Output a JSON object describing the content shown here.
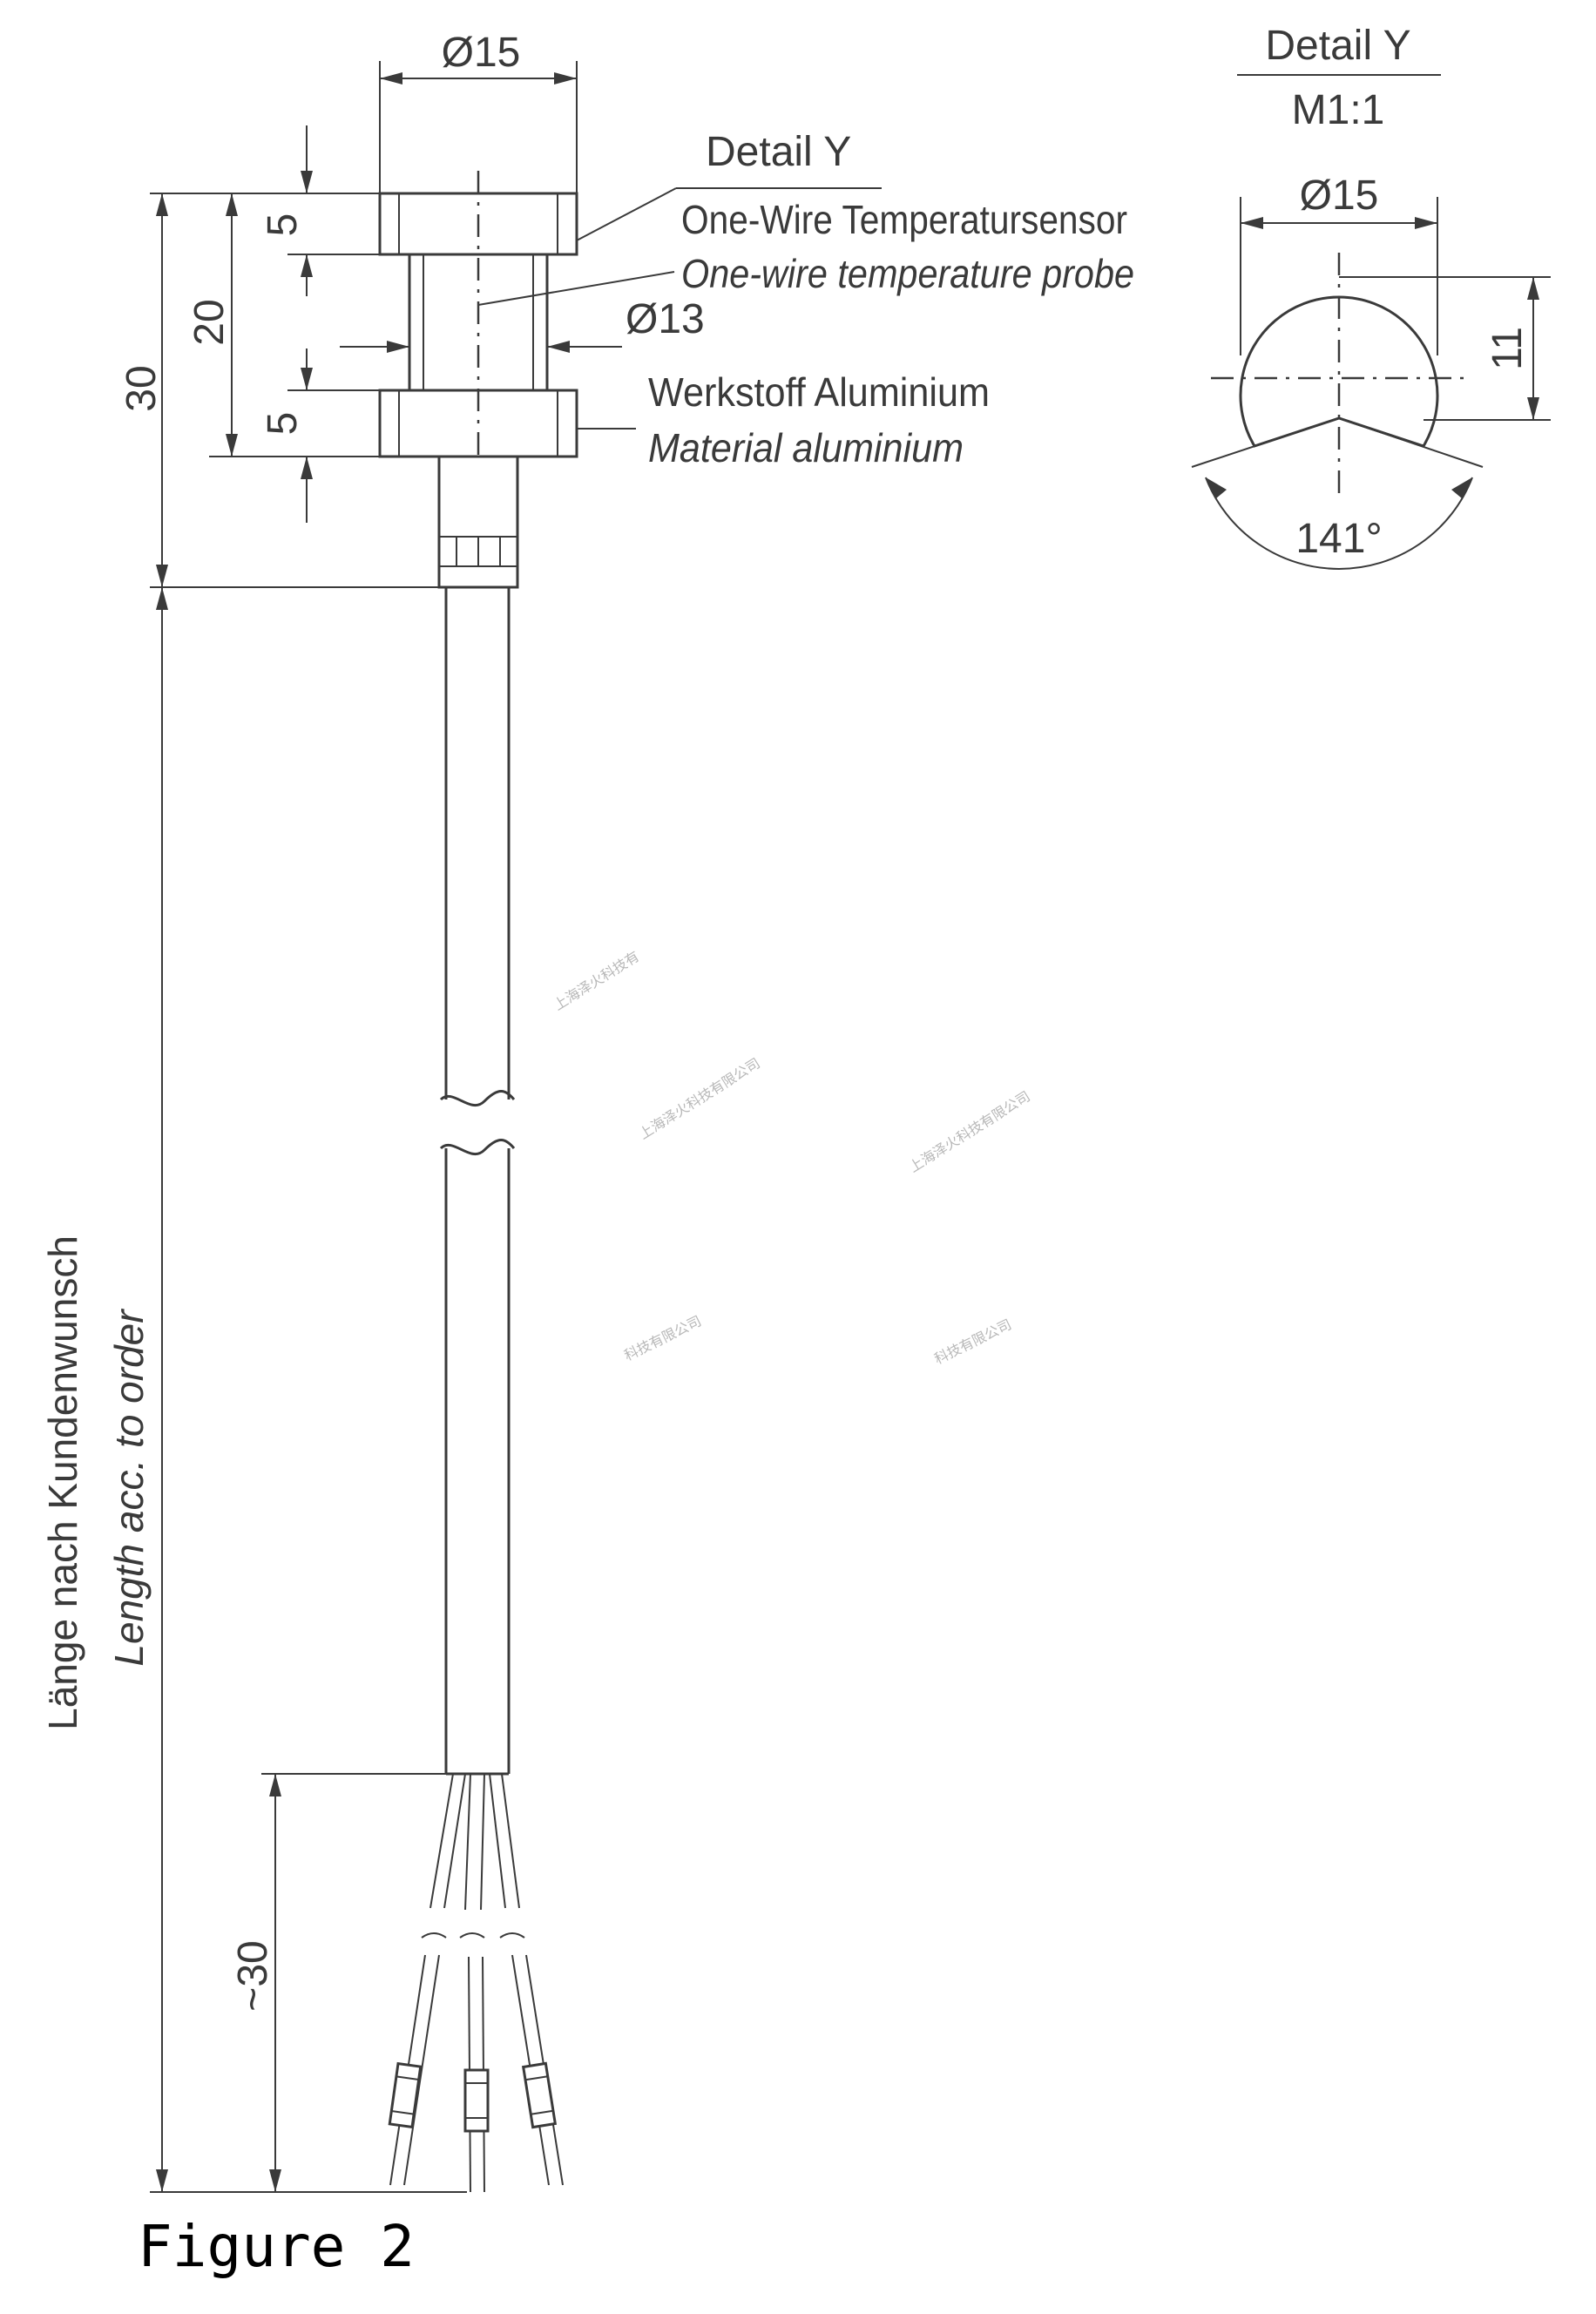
{
  "main": {
    "dims": {
      "dia_15": "Ø15",
      "dia_13": "Ø13",
      "h5_top": "5",
      "h5_bottom": "5",
      "h20": "20",
      "h30": "30",
      "wire_len": "~30"
    },
    "labels": {
      "detail_y": "Detail Y",
      "sensor_de": "One-Wire Temperatursensor",
      "sensor_en": "One-wire temperature probe",
      "material_de": "Werkstoff Aluminium",
      "material_en": "Material aluminium",
      "length_de": "Länge nach Kundenwunsch",
      "length_en": "Length acc. to order"
    }
  },
  "detail": {
    "title": "Detail Y",
    "scale": "M1:1",
    "dia": "Ø15",
    "height": "11",
    "angle": "141°"
  },
  "watermark": {
    "text1": "上海泽火科技有",
    "text2": "上海泽火科技有限公司",
    "text3": "上海泽火科技有限公司",
    "text4": "科技有限公司",
    "text5": "科技有限公司"
  },
  "caption": "Figure 2"
}
